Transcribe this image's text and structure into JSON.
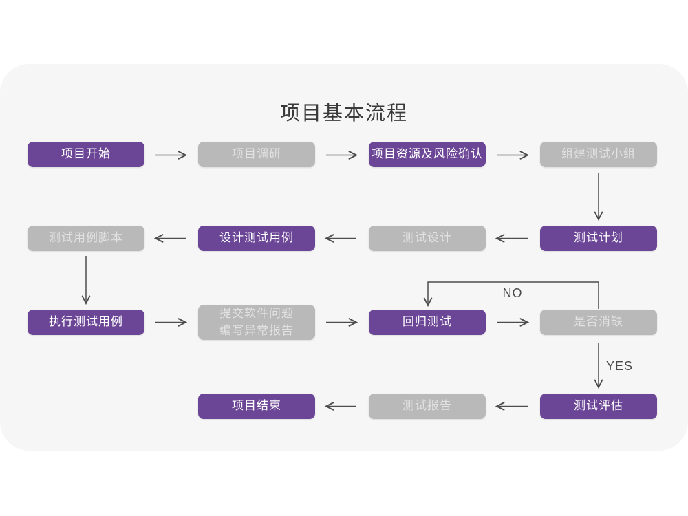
{
  "title": "项目基本流程",
  "labels": {
    "no": "NO",
    "yes": "YES"
  },
  "colors": {
    "node_purple": "#6b4596",
    "node_gray": "#b9b9b9",
    "node_gray_text": "#e2e2e2",
    "arrow": "#4d4d4d",
    "card_background": "#f6f6f7",
    "page_background": "#ffffff",
    "title_text": "#3a3a3a"
  },
  "nodes": [
    {
      "label": "项目开始",
      "variant": "purple"
    },
    {
      "label": "项目调研",
      "variant": "gray"
    },
    {
      "label": "项目资源及风险确认",
      "variant": "purple"
    },
    {
      "label": "组建测试小组",
      "variant": "gray"
    },
    {
      "label": "测试用例脚本",
      "variant": "gray"
    },
    {
      "label": "设计测试用例",
      "variant": "purple"
    },
    {
      "label": "测试设计",
      "variant": "gray"
    },
    {
      "label": "测试计划",
      "variant": "purple"
    },
    {
      "label": "执行测试用例",
      "variant": "purple"
    },
    {
      "label": "提交软件问题\n编写异常报告",
      "variant": "gray"
    },
    {
      "label": "回归测试",
      "variant": "purple"
    },
    {
      "label": "是否消缺",
      "variant": "gray"
    },
    {
      "label": "项目结束",
      "variant": "purple"
    },
    {
      "label": "测试报告",
      "variant": "gray"
    },
    {
      "label": "测试评估",
      "variant": "purple"
    }
  ]
}
